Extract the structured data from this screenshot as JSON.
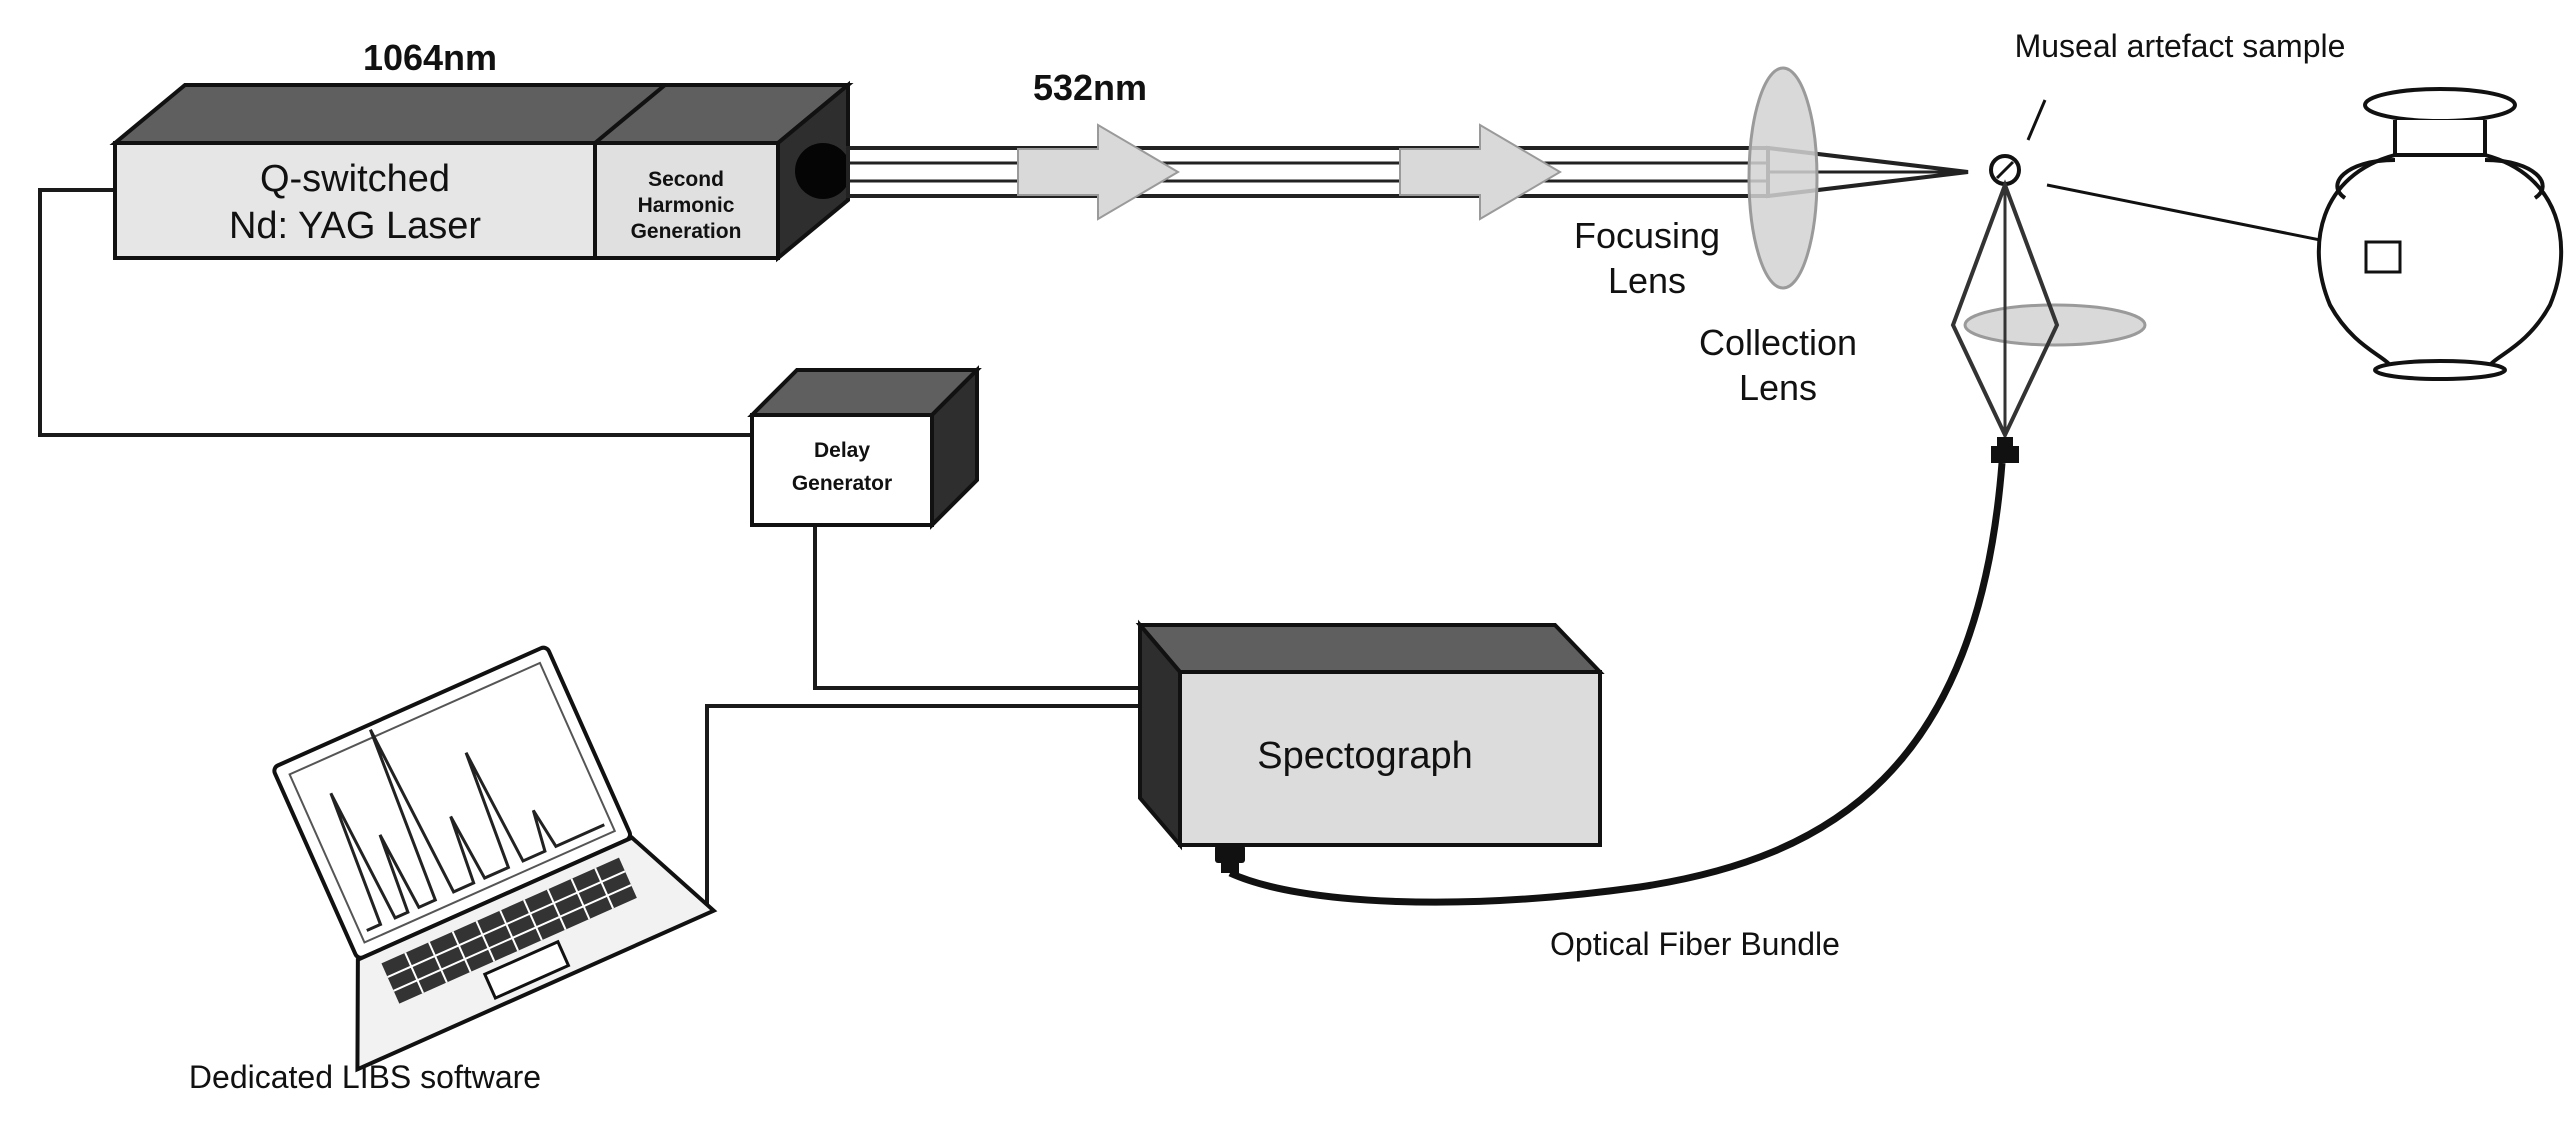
{
  "laser": {
    "wavelength_label": "1064nm",
    "name_line1": "Q-switched",
    "name_line2": "Nd: YAG Laser",
    "shg_line1": "Second",
    "shg_line2": "Harmonic",
    "shg_line3": "Generation"
  },
  "beam": {
    "wavelength_label": "532nm"
  },
  "focusing_lens": {
    "line1": "Focusing",
    "line2": "Lens"
  },
  "collection_lens": {
    "line1": "Collection",
    "line2": "Lens"
  },
  "sample": {
    "label": "Museal artefact sample"
  },
  "delay_generator": {
    "line1": "Delay",
    "line2": "Generator"
  },
  "spectrograph": {
    "label": "Spectograph"
  },
  "fiber": {
    "label": "Optical Fiber Bundle"
  },
  "computer": {
    "label": "Dedicated LIBS software"
  },
  "colors": {
    "box_front": "#e3e3e3",
    "box_top": "#5f5f5f",
    "box_side": "#2e2e2e",
    "arrow_fill": "#d9d9d9",
    "lens_fill": "#d2d2d2"
  }
}
